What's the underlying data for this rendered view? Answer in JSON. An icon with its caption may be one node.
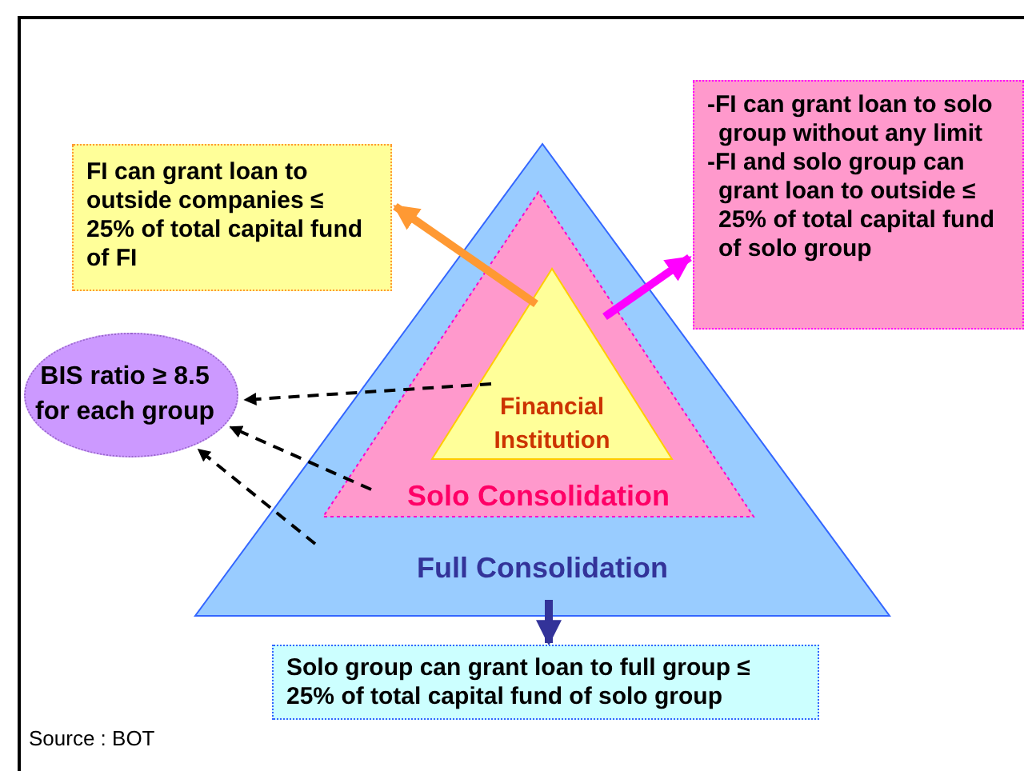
{
  "diagram": {
    "nodes": [
      {
        "text": [
          "Full Consolidation"
        ]
      },
      {
        "text": [
          "Solo Consolidation"
        ],
        "in": 0
      },
      {
        "text": [
          "Financial Institution"
        ],
        "in": 1
      },
      {
        "text": [
          "FI can grant loan to outside companies ≤ 25% of total capital fund of FI"
        ]
      },
      {
        "text": [
          "-FI can grant loan to solo group without any limit",
          "-FI and solo group can grant loan to outside ≤ 25% of total capital fund of solo group"
        ]
      },
      {
        "text": [
          "BIS ratio ≥ 8.5 for each group"
        ]
      },
      {
        "text": [
          "Solo group can grant loan to full group ≤ 25% of total capital fund of solo group"
        ]
      }
    ],
    "edges": [
      {
        "from": 2,
        "to": 3,
        "arrow": "to",
        "style": "thick",
        "color": "#ff9933"
      },
      {
        "from": 1,
        "to": 4,
        "arrow": "to",
        "style": "thick",
        "color": "#ff00ff"
      },
      {
        "from": 2,
        "to": 5,
        "arrow": "to",
        "style": "dashed"
      },
      {
        "from": 1,
        "to": 5,
        "arrow": "to",
        "style": "dashed"
      },
      {
        "from": 0,
        "to": 5,
        "arrow": "to",
        "style": "dashed"
      },
      {
        "from": 0,
        "to": 6,
        "arrow": "to",
        "style": "thick",
        "color": "#333399"
      }
    ],
    "labels": [
      "Source : BOT"
    ]
  }
}
